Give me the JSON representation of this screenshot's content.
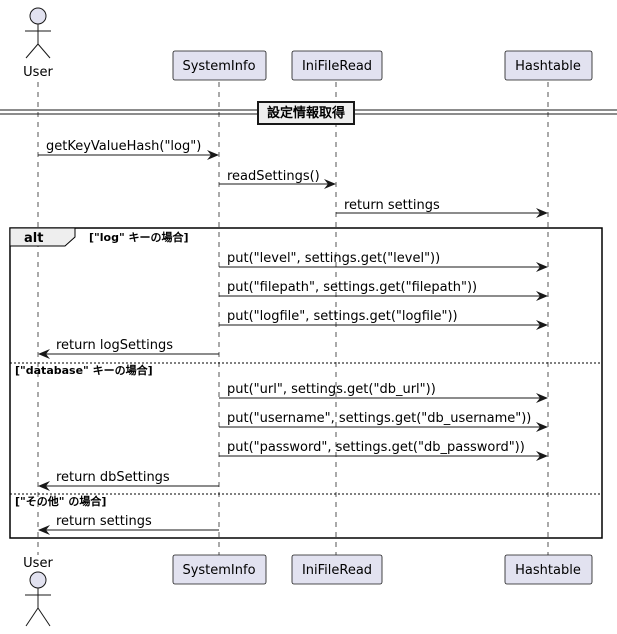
{
  "participants": {
    "user": "User",
    "systeminfo": "SystemInfo",
    "inifileread": "IniFileRead",
    "hashtable": "Hashtable"
  },
  "divider": "設定情報取得",
  "messages": {
    "m1": "getKeyValueHash(\"log\")",
    "m2": "readSettings()",
    "m3": "return settings",
    "m4": "put(\"level\", settings.get(\"level\"))",
    "m5": "put(\"filepath\", settings.get(\"filepath\"))",
    "m6": "put(\"logfile\", settings.get(\"logfile\"))",
    "m7": "return logSettings",
    "m8": "put(\"url\", settings.get(\"db_url\"))",
    "m9": "put(\"username\", settings.get(\"db_username\"))",
    "m10": "put(\"password\", settings.get(\"db_password\"))",
    "m11": "return dbSettings",
    "m12": "return settings"
  },
  "alt": {
    "keyword": "alt",
    "guard1": "[\"log\" キーの場合]",
    "guard2": "[\"database\" キーの場合]",
    "guard3": "[\"その他\" の場合]"
  }
}
